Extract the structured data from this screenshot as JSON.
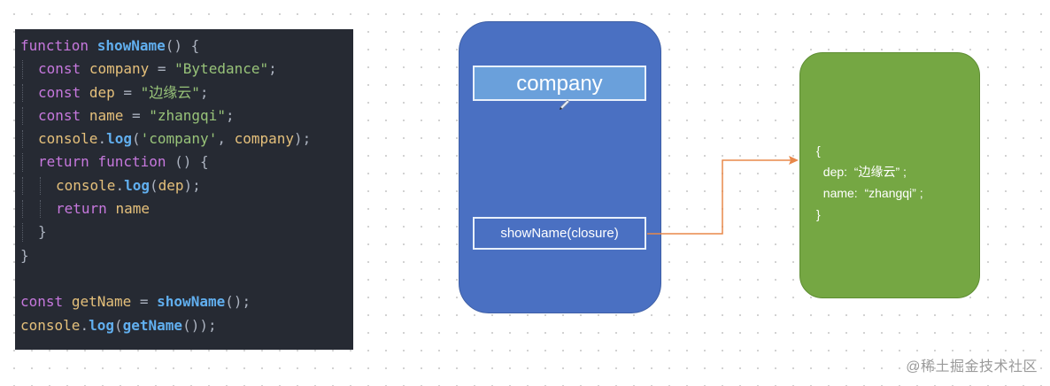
{
  "code": {
    "l1": {
      "kw": "function",
      "fn": "showName",
      "rest": "() {"
    },
    "l2": {
      "kw": "const",
      "var": "company",
      "eq": " = ",
      "str": "\"Bytedance\"",
      "end": ";"
    },
    "l3": {
      "kw": "const",
      "var": "dep",
      "eq": " = ",
      "str": "\"边缘云\"",
      "end": ";"
    },
    "l4": {
      "kw": "const",
      "var": "name",
      "eq": " = ",
      "str": "\"zhangqi\"",
      "end": ";"
    },
    "l5": {
      "obj": "console",
      "dot": ".",
      "fn": "log",
      "open": "(",
      "str": "'company'",
      "mid": ", ",
      "var": "company",
      "end": ");"
    },
    "l6": {
      "kw": "return",
      "kw2": "function",
      "rest": " () {"
    },
    "l7": {
      "obj": "console",
      "dot": ".",
      "fn": "log",
      "open": "(",
      "var": "dep",
      "end": ");"
    },
    "l8": {
      "kw": "return",
      "var": "name"
    },
    "l9": {
      "rest": "}"
    },
    "l10": {
      "rest": "}"
    },
    "l12": {
      "kw": "const",
      "var": "getName",
      "eq": " = ",
      "fn": "showName",
      "end": "();"
    },
    "l13": {
      "obj": "console",
      "dot": ".",
      "fn": "log",
      "open": "(",
      "fn2": "getName",
      "end": "());"
    }
  },
  "diagram": {
    "company_label": "company",
    "closure_label": "showName(closure)",
    "closure_text": "{\n  dep:  “边缘云” ;\n  name:  “zhangqi” ;\n}"
  },
  "colors": {
    "code_bg": "#262a33",
    "blue_box": "#4a70c2",
    "company_cell": "#6aa0db",
    "green_box": "#75a743",
    "arrow": "#e8884a"
  },
  "watermark": "@稀土掘金技术社区"
}
